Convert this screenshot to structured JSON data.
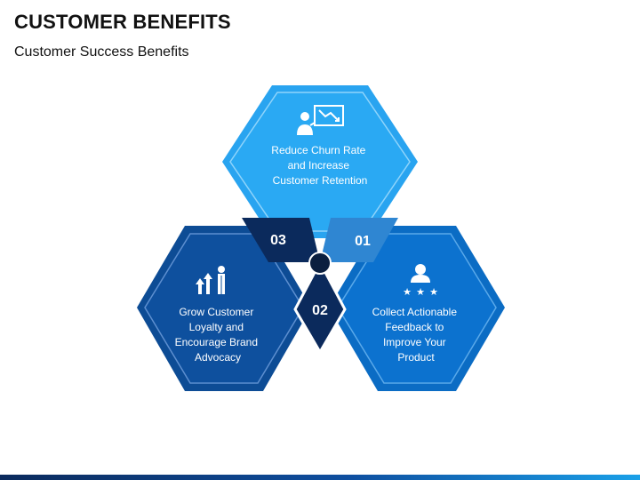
{
  "header": {
    "title": "CUSTOMER BENEFITS",
    "subtitle": "Customer Success Benefits"
  },
  "benefits": [
    {
      "number": "01",
      "lines": [
        "Reduce Churn Rate",
        "and Increase",
        "Customer Retention"
      ],
      "icon": "presenter-chart-down-icon",
      "color": "#29a4f0"
    },
    {
      "number": "02",
      "lines": [
        "Collect Actionable",
        "Feedback to",
        "Improve Your",
        "Product"
      ],
      "icon": "user-rating-stars-icon",
      "color": "#0b6cc4"
    },
    {
      "number": "03",
      "lines": [
        "Grow Customer",
        "Loyalty and",
        "Encourage Brand",
        "Advocacy"
      ],
      "icon": "growth-arrows-person-icon",
      "color": "#0d4c95"
    }
  ],
  "colors": {
    "top_hex": "#29a4f0",
    "top_hex_border": "#1a8ee0",
    "right_hex": "#0b6cc4",
    "left_hex": "#0d4c95",
    "dark_navy": "#0b2a5c",
    "center_dot": "#0b1f3f"
  }
}
